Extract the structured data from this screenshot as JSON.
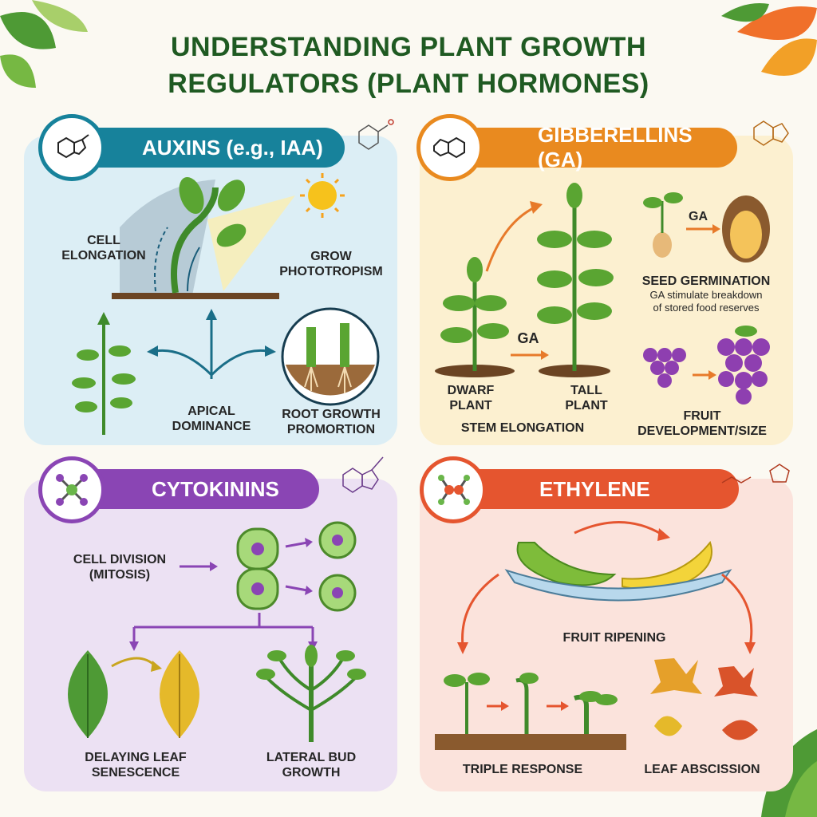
{
  "title": {
    "line1": "UNDERSTANDING PLANT GROWTH",
    "line2": "REGULATORS (PLANT HORMONES)"
  },
  "colors": {
    "title": "#1f5a22",
    "auxins": "#17829b",
    "gibberellins": "#e98a1f",
    "cytokinins": "#8a45b4",
    "ethylene": "#e5552f"
  },
  "panels": {
    "auxins": {
      "header": "AUXINS (e.g., IAA)",
      "cell_elongation": "CELL\nELONGATION",
      "phototropism": "GROW\nPHOTOTROPISM",
      "apical_dominance": "APICAL\nDOMINANCE",
      "root_growth": "ROOT GROWTH\nPROMORTION"
    },
    "gibberellins": {
      "header": "GIBBERELLINS (GA)",
      "ga_label_1": "GA",
      "ga_label_2": "GA",
      "dwarf": "DWARF\nPLANT",
      "tall": "TALL\nPLANT",
      "stem_elongation": "STEM ELONGATION",
      "seed_germination": "SEED GERMINATION",
      "seed_desc": "GA stimulate breakdown\nof stored food reserves",
      "fruit": "FRUIT\nDEVELOPMENT/SIZE"
    },
    "cytokinins": {
      "header": "CYTOKININS",
      "cell_division": "CELL DIVISION\n(MITOSIS)",
      "senescence": "DELAYING LEAF\nSENESCENCE",
      "lateral_bud": "LATERAL BUD\nGROWTH"
    },
    "ethylene": {
      "header": "ETHYLENE",
      "ripening": "FRUIT RIPENING",
      "triple": "TRIPLE RESPONSE",
      "abscission": "LEAF ABSCISSION"
    }
  }
}
